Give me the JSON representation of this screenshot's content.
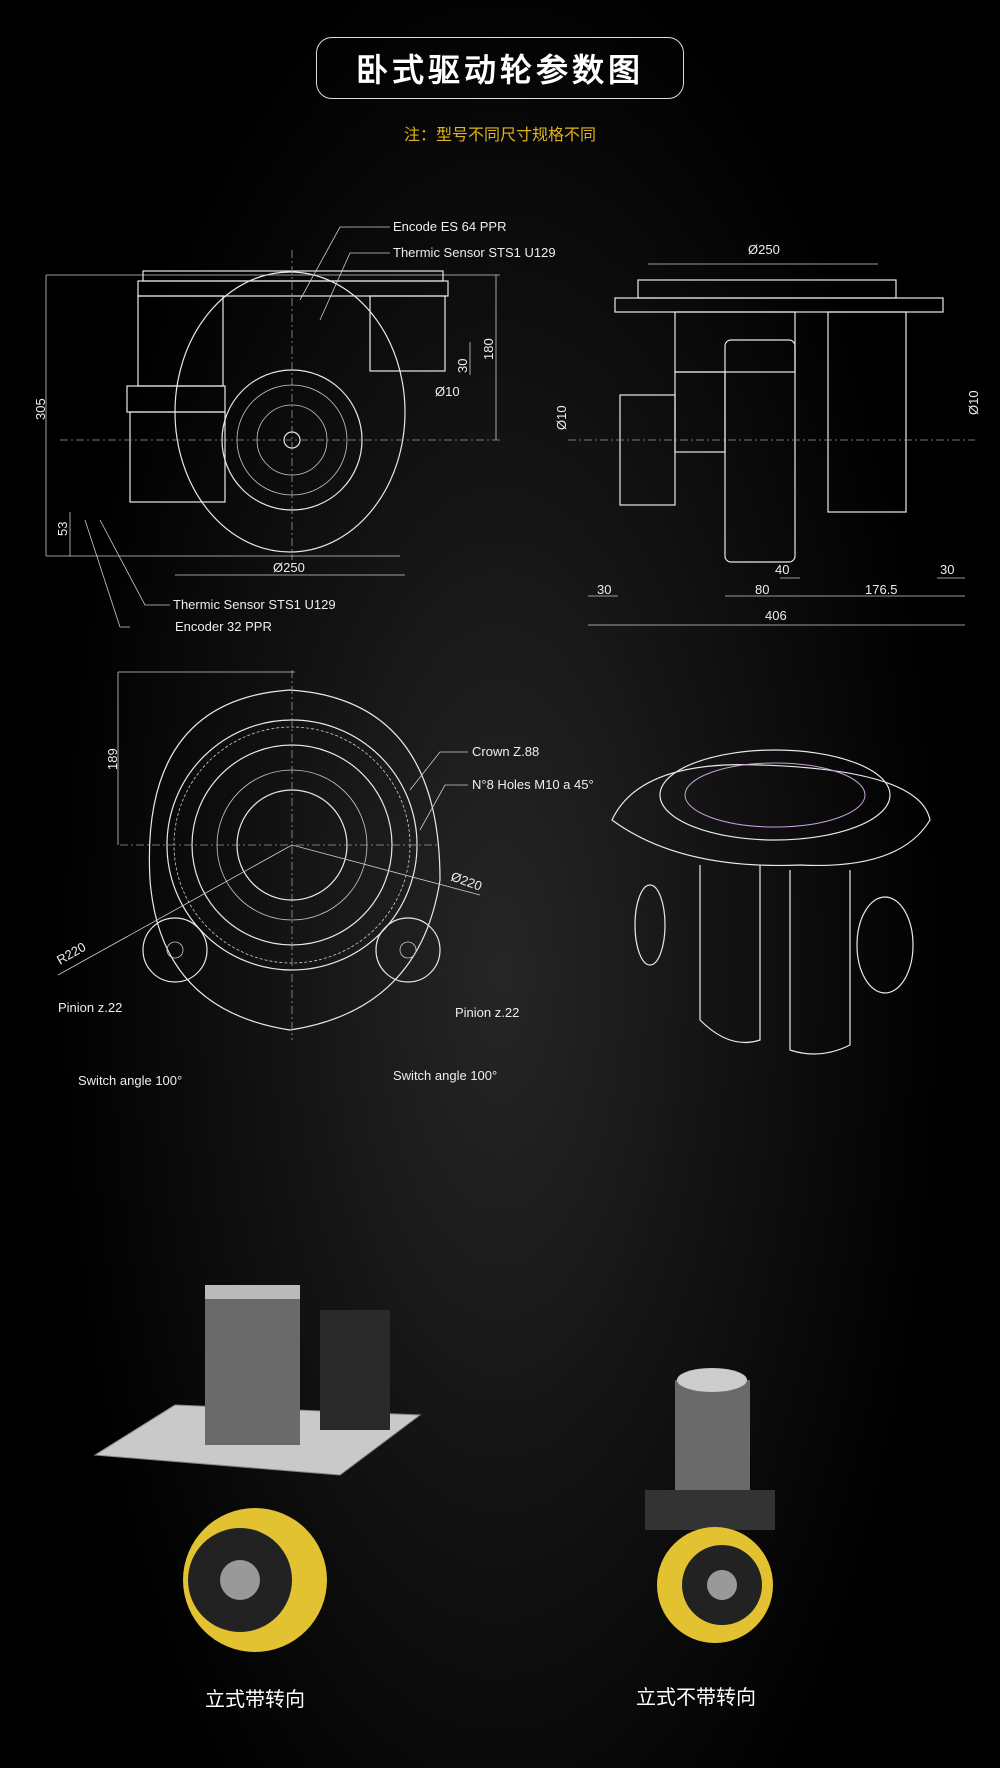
{
  "header": {
    "title": "卧式驱动轮参数图",
    "note": "注：型号不同尺寸规格不同"
  },
  "drawing_front": {
    "labels": {
      "encoder_top": "Encode ES 64 PPR",
      "thermic_top": "Thermic Sensor STS1 U129",
      "thermic_bottom": "Thermic Sensor STS1 U129",
      "encoder_bottom": "Encoder 32 PPR"
    },
    "dims": {
      "height": "305",
      "upper": "180",
      "offset": "30",
      "shaft": "Ø10",
      "bottom": "53",
      "wheel": "Ø250"
    }
  },
  "drawing_side": {
    "dims": {
      "top": "Ø250",
      "shaft_left": "Ø10",
      "shaft_right": "Ø10",
      "d40": "40",
      "d30_right": "30",
      "d30_left": "30",
      "d80": "80",
      "d176": "176.5",
      "total": "406"
    }
  },
  "drawing_top": {
    "labels": {
      "crown": "Crown Z.88",
      "holes": "N°8 Holes M10 a 45°",
      "diameter": "Ø220",
      "radius": "R220",
      "pinion_left": "Pinion z.22",
      "pinion_right": "Pinion z.22",
      "switch_left": "Switch angle 100°",
      "switch_right": "Switch angle 100°",
      "height": "189"
    }
  },
  "products": [
    {
      "caption": "立式带转向"
    },
    {
      "caption": "立式不带转向"
    }
  ],
  "colors": {
    "note": "#e0b21c",
    "wheel": "#e3c232",
    "background": "#000000"
  }
}
